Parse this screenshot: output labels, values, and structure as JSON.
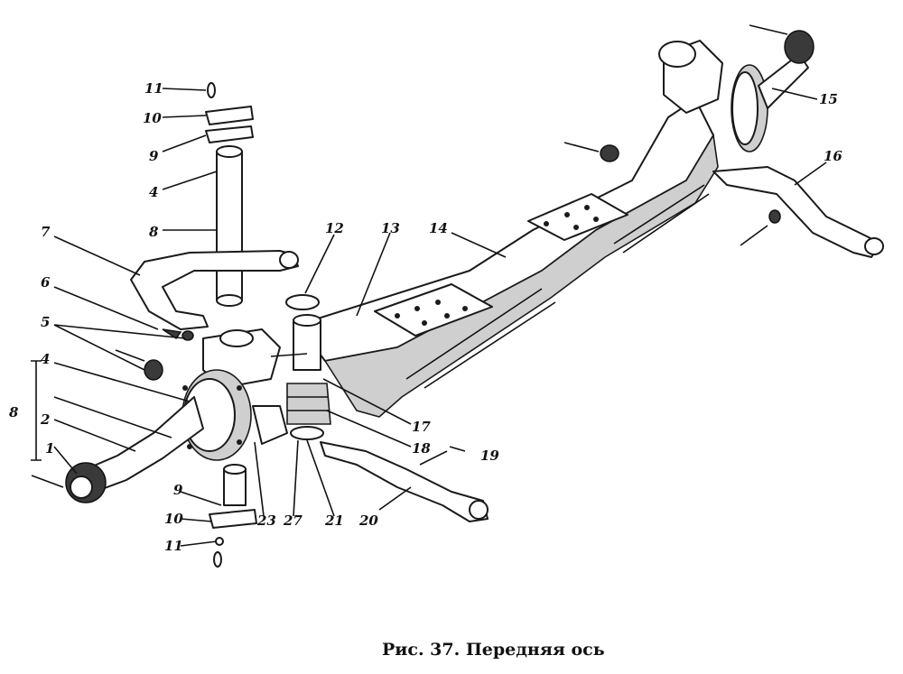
{
  "caption": "Рис. 37. Передняя ось",
  "labels": [
    {
      "id": "l11a",
      "text": "11"
    },
    {
      "id": "l10a",
      "text": "10"
    },
    {
      "id": "l9a",
      "text": "9"
    },
    {
      "id": "l4a",
      "text": "4"
    },
    {
      "id": "l8a",
      "text": "8"
    },
    {
      "id": "l7",
      "text": "7"
    },
    {
      "id": "l6",
      "text": "6"
    },
    {
      "id": "l5",
      "text": "5"
    },
    {
      "id": "l4b",
      "text": "4"
    },
    {
      "id": "l8b",
      "text": "8"
    },
    {
      "id": "l2",
      "text": "2"
    },
    {
      "id": "l1",
      "text": "1"
    },
    {
      "id": "l12",
      "text": "12"
    },
    {
      "id": "l13",
      "text": "13"
    },
    {
      "id": "l14",
      "text": "14"
    },
    {
      "id": "l15",
      "text": "15"
    },
    {
      "id": "l16",
      "text": "16"
    },
    {
      "id": "l17",
      "text": "17"
    },
    {
      "id": "l18",
      "text": "18"
    },
    {
      "id": "l19",
      "text": "19"
    },
    {
      "id": "l20",
      "text": "20"
    },
    {
      "id": "l21",
      "text": "21"
    },
    {
      "id": "l27",
      "text": "27"
    },
    {
      "id": "l23",
      "text": "23"
    },
    {
      "id": "l9b",
      "text": "9"
    },
    {
      "id": "l10b",
      "text": "10"
    },
    {
      "id": "l11b",
      "text": "11"
    }
  ]
}
